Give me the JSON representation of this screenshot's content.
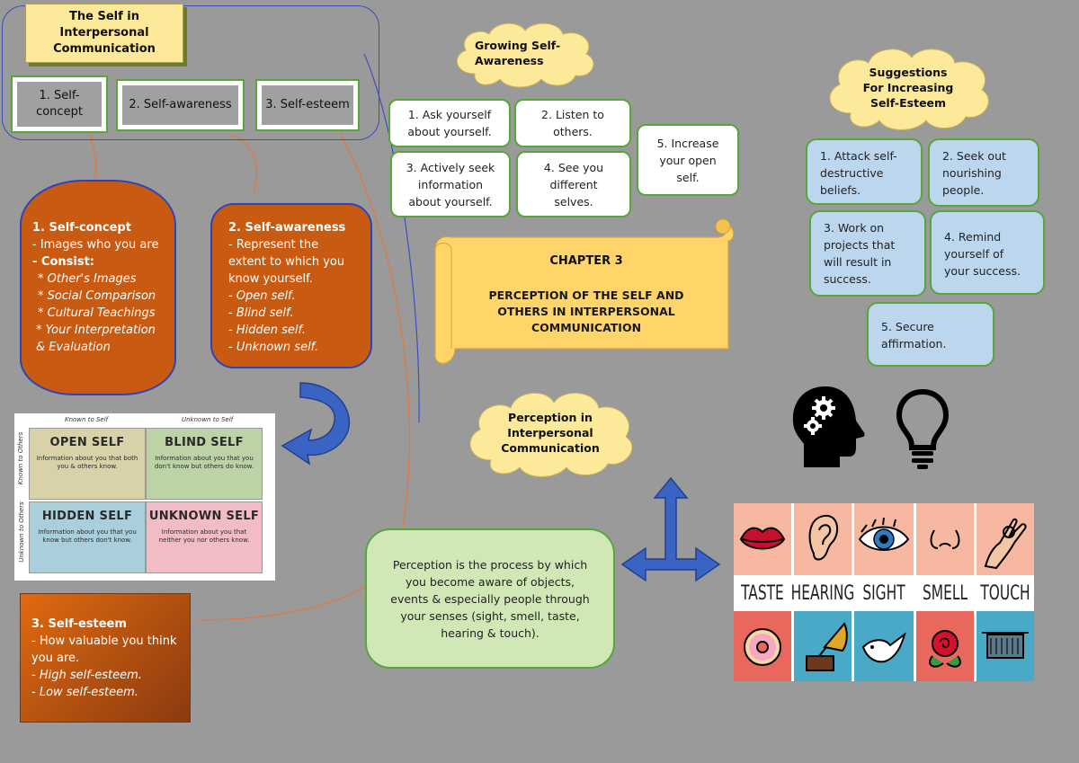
{
  "title_box": "The Self in Interpersonal Communication",
  "sub_boxes": [
    "1. Self-concept",
    "2. Self-awareness",
    "3. Self-esteem"
  ],
  "self_concept": {
    "heading": "1. Self-concept",
    "line1": "- Images who you are",
    "line2": "- Consist:",
    "items": [
      "* Other's Images",
      "* Social Comparison",
      "* Cultural Teachings",
      "* Your Interpretation & Evaluation"
    ]
  },
  "self_awareness": {
    "heading": "2. Self-awareness",
    "line1": "- Represent the extent to which you know yourself.",
    "items": [
      "- Open self.",
      "- Blind self.",
      "- Hidden self.",
      "- Unknown self."
    ]
  },
  "self_esteem": {
    "heading": "3. Self-esteem",
    "line1": "- How valuable you think you are.",
    "items": [
      "- High self-esteem.",
      "- Low self-esteem."
    ]
  },
  "growing": {
    "title": "Growing Self-Awareness",
    "tips": [
      "1. Ask yourself about yourself.",
      "2. Listen to others.",
      "3. Actively seek information about yourself.",
      "4. See you different selves.",
      "5. Increase your open self."
    ]
  },
  "chapter": {
    "label": "CHAPTER 3",
    "title": "PERCEPTION OF THE SELF AND OTHERS IN INTERPERSONAL COMMUNICATION"
  },
  "suggestions": {
    "title": "Suggestions For Increasing Self-Esteem",
    "tips": [
      "1. Attack self-destructive beliefs.",
      "2. Seek out nourishing people.",
      "3. Work on projects that will result in success.",
      "4. Remind yourself of your success.",
      "5. Secure affirmation."
    ]
  },
  "perception_cloud": "Perception in Interpersonal Communication",
  "perception_def": "Perception is the process by which you become aware of objects, events & especially people through your senses (sight, smell, taste, hearing & touch).",
  "johari": {
    "col_labels": [
      "Known to Self",
      "Unknown to Self"
    ],
    "row_labels": [
      "Known to Others",
      "Unknown to Others"
    ],
    "quadrants": [
      {
        "name": "OPEN SELF",
        "text": "Information about you that both you & others know.",
        "color": "#d9d2a8"
      },
      {
        "name": "BLIND SELF",
        "text": "Information about you that you don't know but others do know.",
        "color": "#bcd3a6"
      },
      {
        "name": "HIDDEN SELF",
        "text": "Information about you that you know but others don't know.",
        "color": "#a9cfdc"
      },
      {
        "name": "UNKNOWN SELF",
        "text": "Information about you that neither you nor others know.",
        "color": "#f2bcc6"
      }
    ]
  },
  "senses": {
    "labels": [
      "TASTE",
      "HEARING",
      "SIGHT",
      "SMELL",
      "TOUCH"
    ],
    "top_colors": [
      "#f6b8a0",
      "#f6b8a0",
      "#f6b8a0",
      "#f6b8a0",
      "#f6b8a0"
    ],
    "bottom_colors": [
      "#e8685e",
      "#49a9c6",
      "#49a9c6",
      "#e8685e",
      "#49a9c6"
    ]
  },
  "icons": [
    "head-gears-icon",
    "lightbulb-icon"
  ],
  "colors": {
    "orange": "#c85a12",
    "cloud": "#fde99a",
    "green": "#58a63a",
    "blue_arrow": "#3a64c4"
  }
}
